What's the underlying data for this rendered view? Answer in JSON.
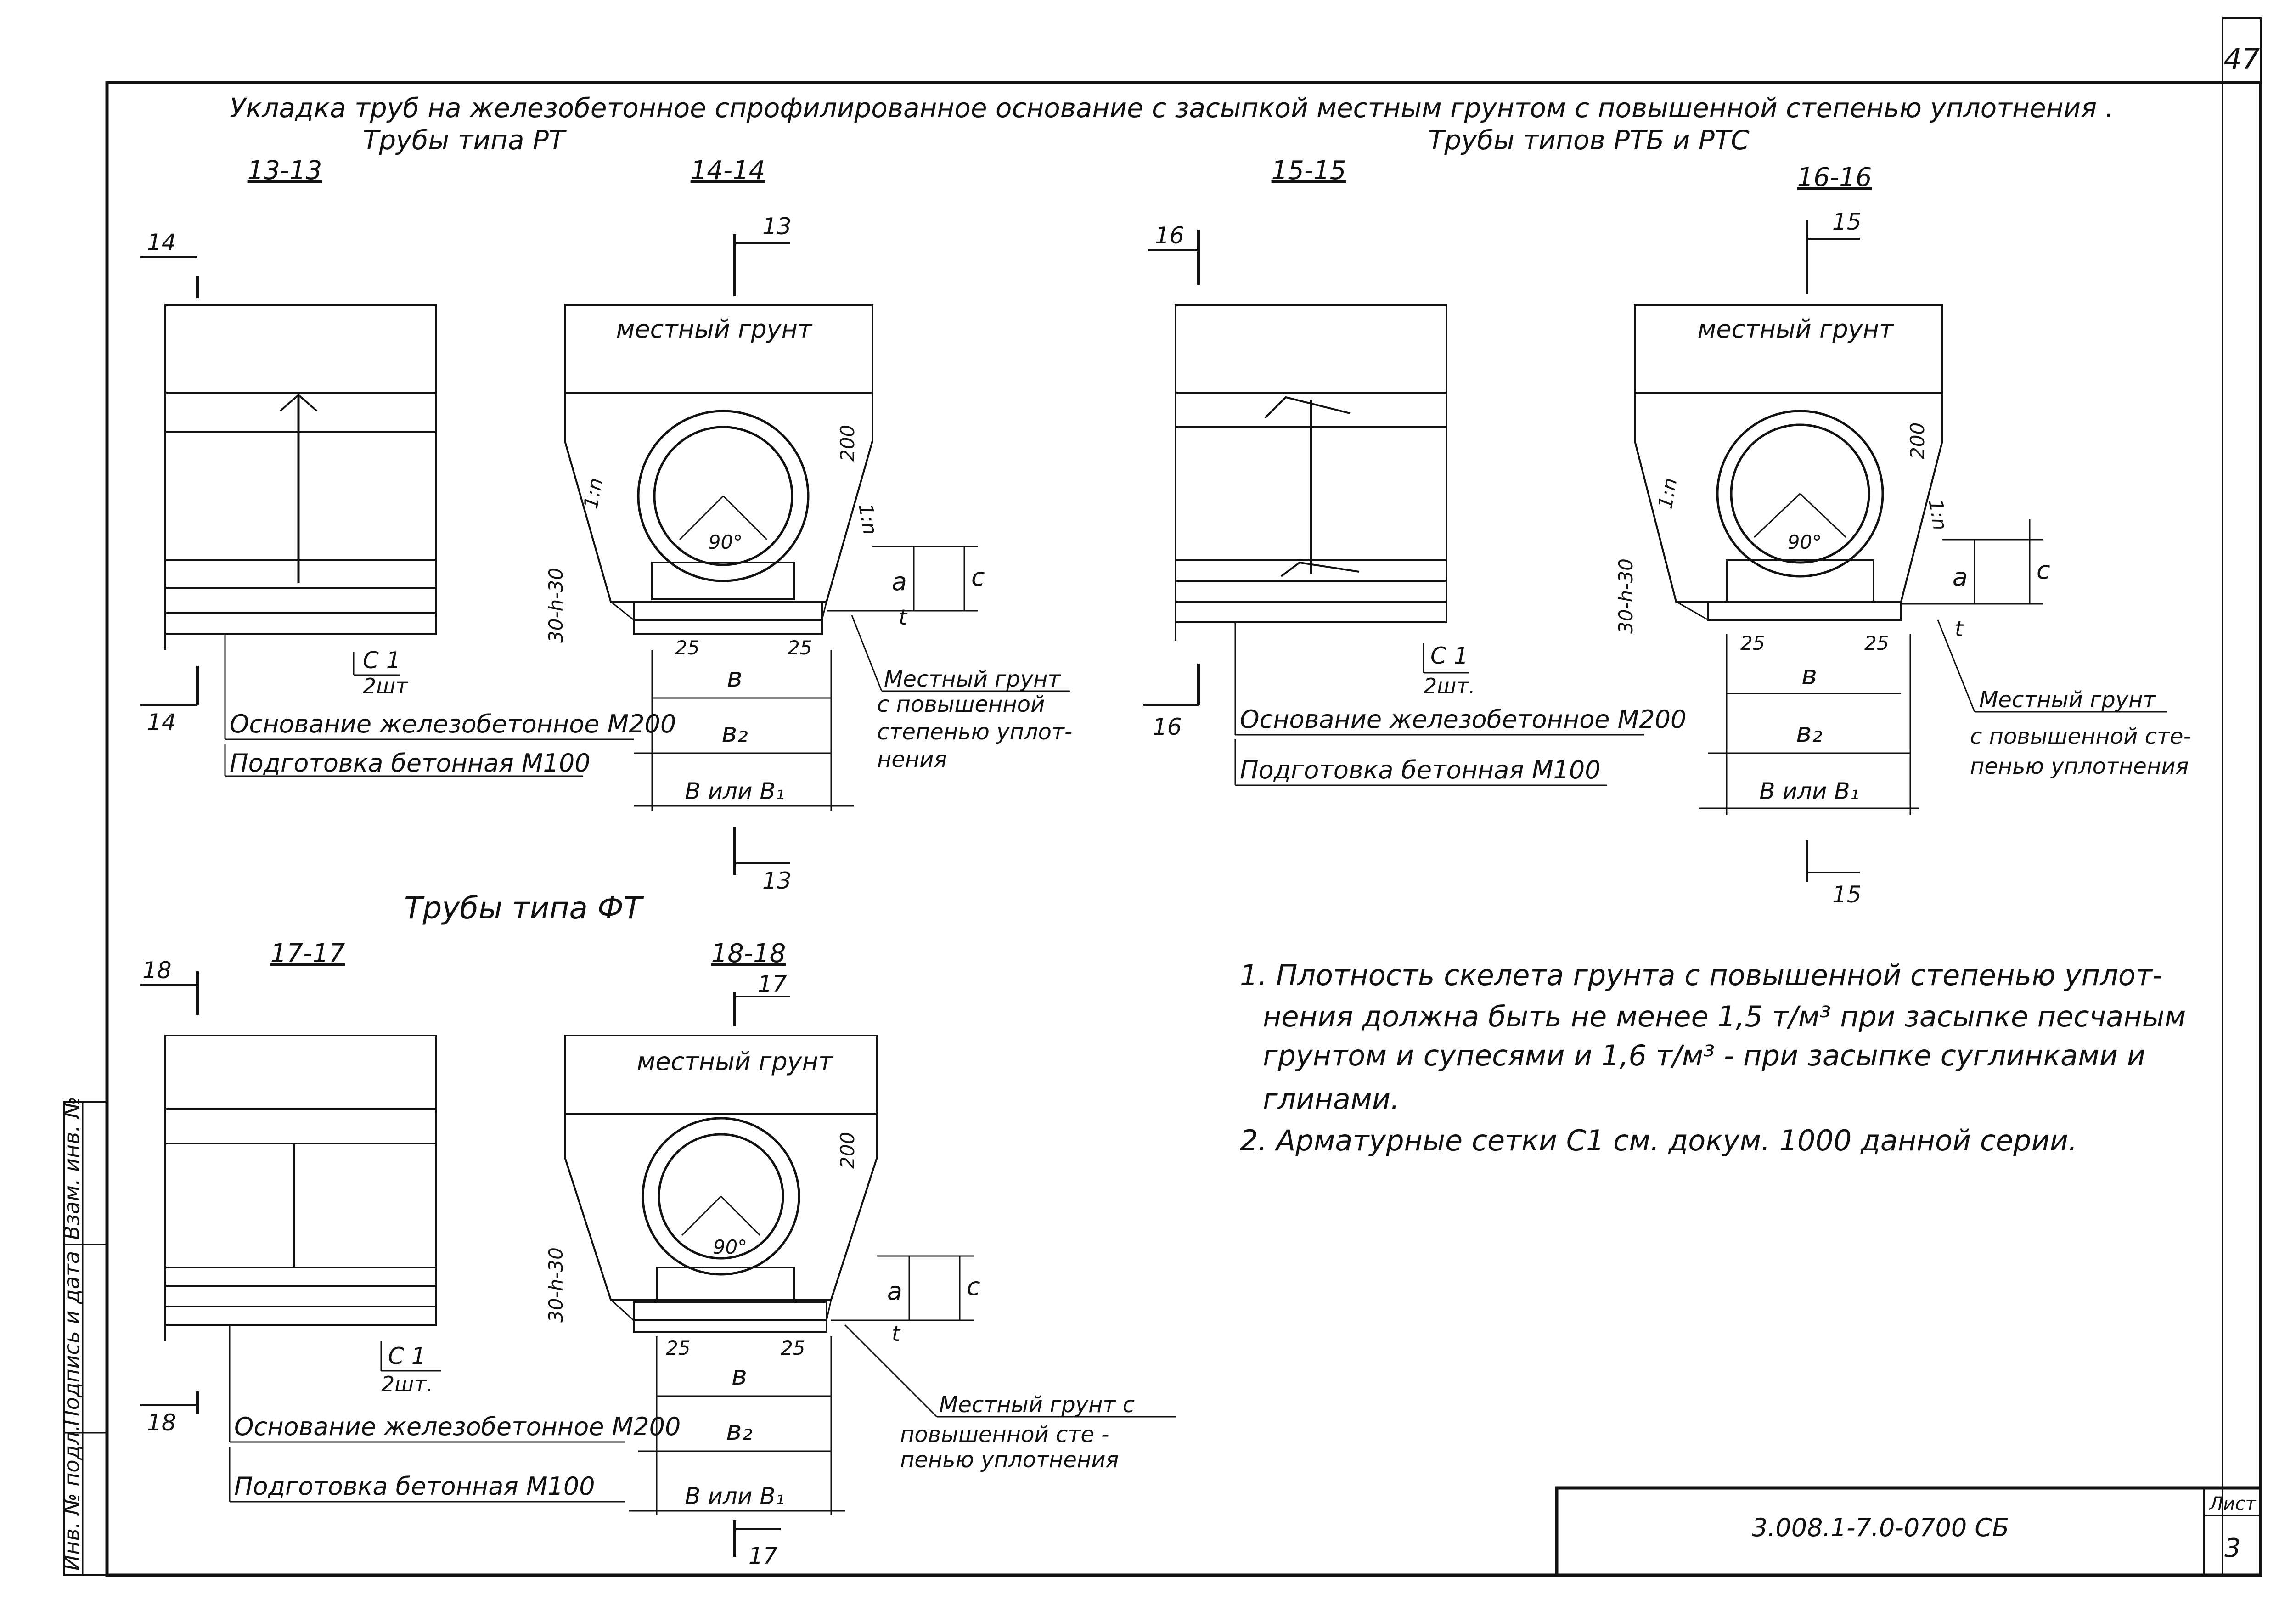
{
  "page_number": "47",
  "title": "Укладка  труб на железобетонное спрофилированное основание с засыпкой местным грунтом с повышенной  степенью уплотнения .",
  "subtitle_rt": "Трубы типа РТ",
  "subtitle_rtb_rtc": "Трубы типов РТБ и РТС",
  "subtitle_ft": "Трубы типа ФТ",
  "sections": {
    "s13": "13-13",
    "s14": "14-14",
    "s15": "15-15",
    "s16": "16-16",
    "s17": "17-17",
    "s18": "18-18"
  },
  "cut_marks": {
    "m13": "13",
    "m14": "14",
    "m15": "15",
    "m16": "16",
    "m17": "17",
    "m18": "18"
  },
  "labels": {
    "local_soil": "местный грунт",
    "base": "Основание железобетонное М200",
    "prep": "Подготовка бетонная М100",
    "mesh": "С 1",
    "mesh_qty": "2шт",
    "mesh_qty_alt": "2шт.",
    "soil_callout_a_1": "Местный грунт",
    "soil_callout_a_2": "с повышенной",
    "soil_callout_a_3": "степенью уплот-",
    "soil_callout_a_4": "нения",
    "soil_callout_b_1": "Местный грунт",
    "soil_callout_b_2": "с повышенной сте-",
    "soil_callout_b_3": "пенью уплотнения",
    "soil_callout_c_1": "Местный грунт с",
    "soil_callout_c_2": "повышенной сте -",
    "soil_callout_c_3": "пенью уплотнения"
  },
  "dims": {
    "d200": "200",
    "angle": "90°",
    "h30": "30-h-30",
    "a": "a",
    "c": "c",
    "t": "t",
    "d25": "25",
    "b": "в",
    "b2": "в₂",
    "B": "В или В₁",
    "slope": "1:n"
  },
  "notes": {
    "n1_1": "1. Плотность скелета  грунта с повышенной степенью уплот-",
    "n1_2": "нения должна быть не менее 1,5 т/м³ при засыпке песчаным",
    "n1_3": "грунтом и супесями и 1,6 т/м³ - при засыпке суглинками и",
    "n1_4": "глинами.",
    "n2": "2. Арматурные сетки С1 см. докум. 1000 данной серии."
  },
  "stamp": {
    "inv": "Инв. № подл.",
    "sign": "Подпись и дата",
    "repl": "Взам. инв. №"
  },
  "title_block": {
    "doc_code": "3.008.1-7.0-0700 СБ",
    "sheet_label": "Лист",
    "sheet_no": "3"
  }
}
